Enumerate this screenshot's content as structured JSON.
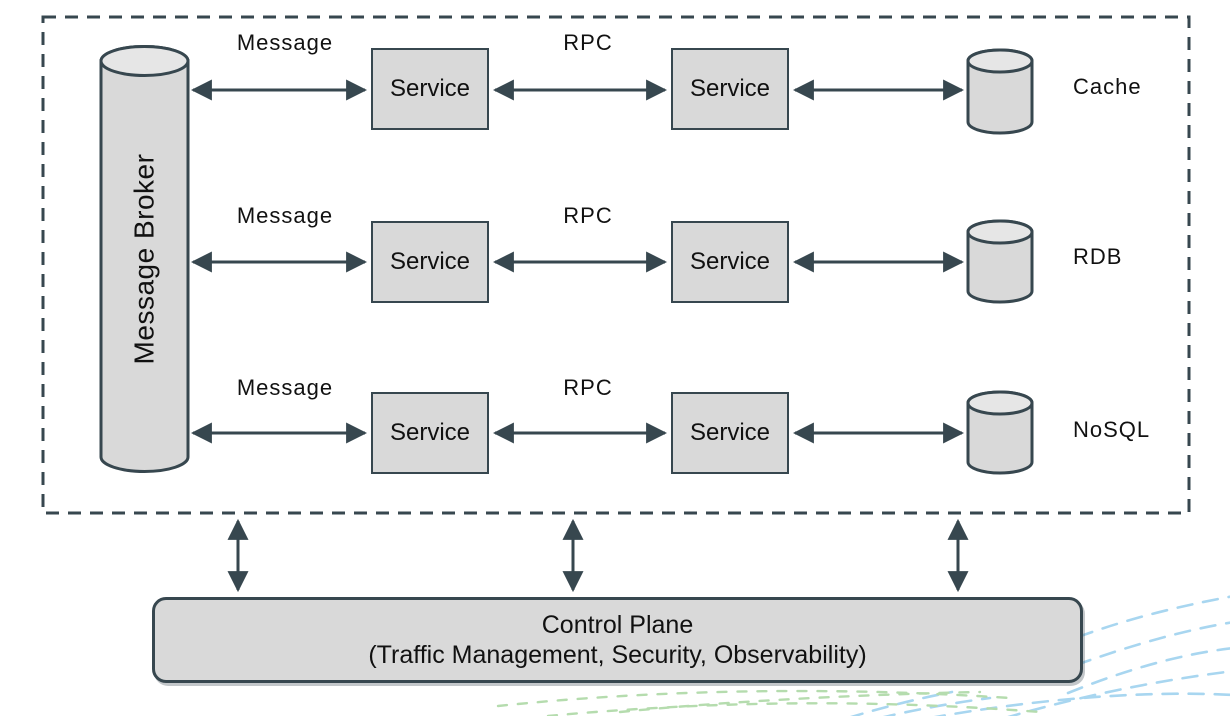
{
  "broker": {
    "label": "Message Broker"
  },
  "rows": [
    {
      "message_label": "Message",
      "rpc_label": "RPC",
      "service_left": "Service",
      "service_right": "Service",
      "datastore_label": "Cache"
    },
    {
      "message_label": "Message",
      "rpc_label": "RPC",
      "service_left": "Service",
      "service_right": "Service",
      "datastore_label": "RDB"
    },
    {
      "message_label": "Message",
      "rpc_label": "RPC",
      "service_left": "Service",
      "service_right": "Service",
      "datastore_label": "NoSQL"
    }
  ],
  "control_plane": {
    "title": "Control Plane",
    "subtitle": "(Traffic Management, Security, Observability)"
  },
  "colors": {
    "stroke": "#37474f",
    "shape_fill": "#d9d9d9",
    "cylinder_top_fill": "#e6e6e6",
    "decor_blue": "#a8d6f0",
    "decor_green": "#b5dcae",
    "background": "#ffffff"
  }
}
